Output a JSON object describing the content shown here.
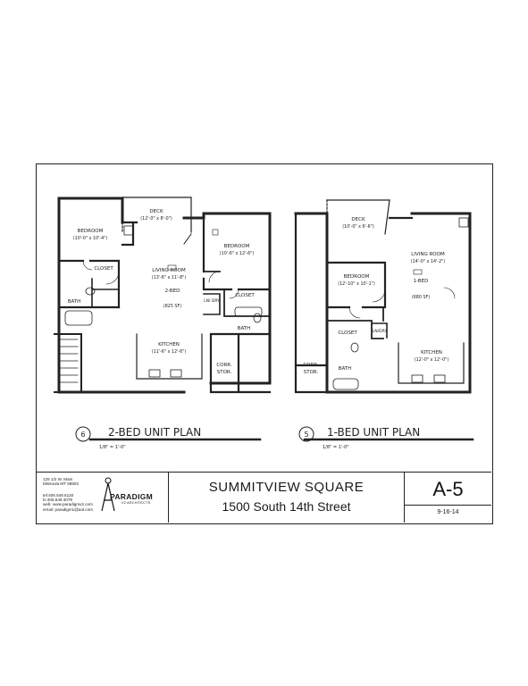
{
  "plan_left": {
    "title": "2-BED UNIT PLAN",
    "number": "6",
    "scale": "1/8\" = 1'-0\"",
    "rooms": {
      "deck": {
        "name": "DECK",
        "dims": "(12'-0\" x 8'-0\")"
      },
      "bedroom1": {
        "name": "BEDROOM",
        "dims": "(10'-0\" x 10'-4\")"
      },
      "bedroom2": {
        "name": "BEDROOM",
        "dims": "(10'-6\" x 12'-6\")"
      },
      "living": {
        "name": "LIVING ROOM",
        "dims": "(13'-6\" x 11'-8\")"
      },
      "unit_tag": "2-BED",
      "unit_area": "(825 SF)",
      "closet1": "CLOSET",
      "closet2": "CLOSET",
      "bath1": "BATH",
      "bath2": "BATH",
      "ln_dry": "LN/\nDRY",
      "kitchen": {
        "name": "KITCHEN",
        "dims": "(11'-6\" x 12'-6\")"
      },
      "corr": "CORR.",
      "stor": "STOR."
    }
  },
  "plan_right": {
    "title": "1-BED UNIT PLAN",
    "number": "5",
    "scale": "1/8\" = 1'-0\"",
    "rooms": {
      "deck": {
        "name": "DECK",
        "dims": "(10'-0\" x 6'-6\")"
      },
      "bedroom": {
        "name": "BEDROOM",
        "dims": "(12'-10\" x 10'-1\")"
      },
      "living": {
        "name": "LIVING ROOM",
        "dims": "(14'-0\" x 14'-2\")"
      },
      "unit_tag": "1-BED",
      "unit_area": "(680 SF)",
      "closet": "CLOSET",
      "ln_dry": "LN/DRY",
      "bath": "BATH",
      "kitchen": {
        "name": "KITCHEN",
        "dims": "(12'-0\" x 12'-0\")"
      },
      "corr": "CORR.",
      "stor": "STOR."
    }
  },
  "title_block": {
    "firm_address": [
      "125 1/2  W. Main",
      "Missoula MT 59802"
    ],
    "firm_contact": [
      "tel:406.549.6120",
      "fx:406.549.4079",
      "web: www.paradigmv2.com",
      "email: paradigm1@aol.com"
    ],
    "firm_name": "PARADIGM",
    "firm_sub": "V2 ARCHITECTS",
    "project_name": "SUMMITVIEW SQUARE",
    "project_address": "1500 South 14th Street",
    "sheet_number": "A-5",
    "date": "9-16-14"
  }
}
